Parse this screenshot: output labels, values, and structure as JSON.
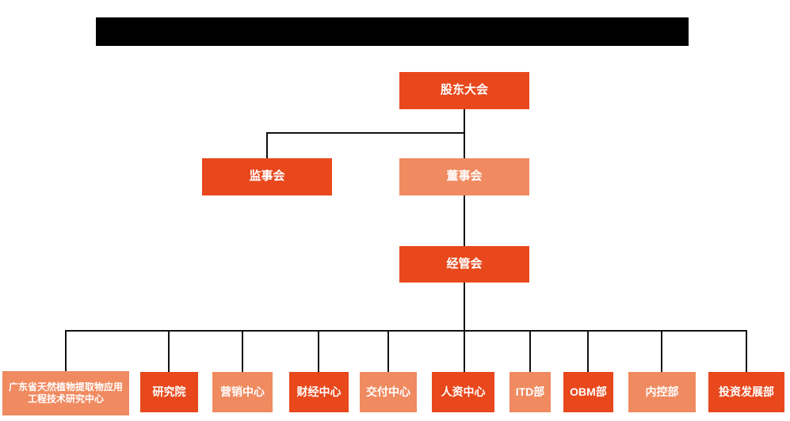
{
  "title_bar": {
    "redacted": true,
    "note": "solid black bar, no readable text"
  },
  "colors": {
    "primary": "#e8481c",
    "secondary": "#f08a60",
    "line": "#111111",
    "redacted": "#000000",
    "box_text": "#ffffff"
  },
  "org": {
    "level1": {
      "label": "股东大会"
    },
    "level2": [
      {
        "label": "监事会",
        "variant": "primary"
      },
      {
        "label": "董事会",
        "variant": "secondary"
      }
    ],
    "level3": {
      "label": "经管会"
    },
    "departments": [
      {
        "label": "广东省天然植物提取物应用工程技术研究中心",
        "variant": "secondary"
      },
      {
        "label": "研究院",
        "variant": "primary"
      },
      {
        "label": "营销中心",
        "variant": "secondary"
      },
      {
        "label": "财经中心",
        "variant": "primary"
      },
      {
        "label": "交付中心",
        "variant": "secondary"
      },
      {
        "label": "人资中心",
        "variant": "primary"
      },
      {
        "label": "ITD部",
        "variant": "secondary"
      },
      {
        "label": "OBM部",
        "variant": "primary"
      },
      {
        "label": "内控部",
        "variant": "secondary"
      },
      {
        "label": "投资发展部",
        "variant": "primary"
      }
    ]
  }
}
